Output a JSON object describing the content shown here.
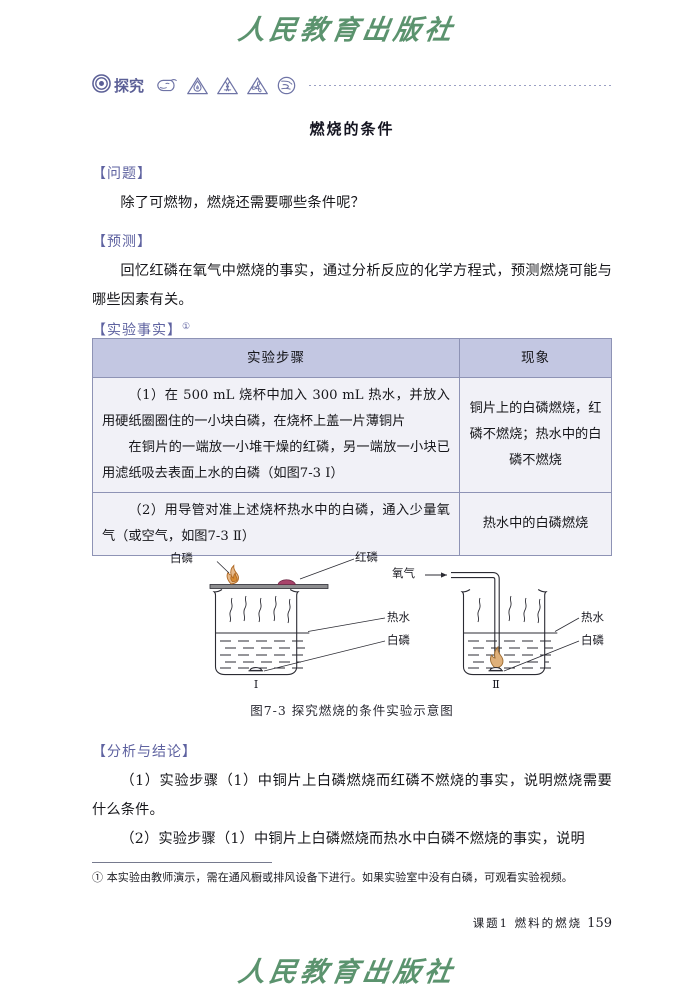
{
  "publisher_logo": "人民教育出版社",
  "explore": {
    "label": "探究",
    "icons": [
      {
        "name": "target-icon",
        "meaning": "bullseye"
      },
      {
        "name": "goggles-icon",
        "meaning": "safety goggles"
      },
      {
        "name": "flammable-warning-icon",
        "meaning": "flame hazard triangle"
      },
      {
        "name": "corrosive-warning-icon",
        "meaning": "corrosive hazard triangle"
      },
      {
        "name": "ventilation-warning-icon",
        "meaning": "fume hood / fan triangle"
      },
      {
        "name": "handwash-icon",
        "meaning": "wash hands circle"
      }
    ]
  },
  "section_title": "燃烧的条件",
  "sections": {
    "question_tag": "【问题】",
    "question_text": "除了可燃物，燃烧还需要哪些条件呢？",
    "predict_tag": "【预测】",
    "predict_text": "回忆红磷在氧气中燃烧的事实，通过分析反应的化学方程式，预测燃烧可能与哪些因素有关。",
    "facts_tag": "【实验事实】",
    "facts_tag_sup": "①",
    "analysis_tag": "【分析与结论】",
    "analysis_items": [
      "（1）实验步骤（1）中铜片上白磷燃烧而红磷不燃烧的事实，说明燃烧需要什么条件。",
      "（2）实验步骤（1）中铜片上白磷燃烧而热水中白磷不燃烧的事实，说明"
    ]
  },
  "table": {
    "headers": [
      "实验步骤",
      "现象"
    ],
    "rows": [
      {
        "steps": [
          "（1）在 500 mL 烧杯中加入 300 mL 热水，并放入用硬纸圈圈住的一小块白磷，在烧杯上盖一片薄铜片",
          "在铜片的一端放一小堆干燥的红磷，另一端放一小块已用滤纸吸去表面上水的白磷（如图7-3 Ⅰ）"
        ],
        "phenomenon": "铜片上的白磷燃烧，红磷不燃烧；热水中的白磷不燃烧"
      },
      {
        "steps": [
          "（2）用导管对准上述烧杯热水中的白磷，通入少量氧气（或空气，如图7-3 Ⅱ）"
        ],
        "phenomenon": "热水中的白磷燃烧"
      }
    ]
  },
  "figure": {
    "caption": "图7-3  探究燃烧的条件实验示意图",
    "labels": {
      "left_white_phosphorus": "白磷",
      "left_red_phosphorus": "红磷",
      "left_hot_water": "热水",
      "left_bottom_phosphorus": "白磷",
      "left_numeral": "Ⅰ",
      "oxygen": "氧气",
      "right_hot_water": "热水",
      "right_white_phosphorus": "白磷",
      "right_numeral": "Ⅱ"
    },
    "colors": {
      "line": "#2b2b33",
      "red_phosphorus": "#a8426a",
      "flame": "#c8792c",
      "water_fill": "#fdfdfd"
    }
  },
  "footnote": "① 本实验由教师演示，需在通风橱或排风设备下进行。如果实验室中没有白磷，可观看实验视频。",
  "footer": {
    "topic": "课题1  燃料的燃烧",
    "page_number": "159"
  },
  "theme": {
    "accent": "#5e62a0",
    "table_header_bg": "#c3c7e2",
    "table_cell_bg": "#f1f1f7",
    "logo_green": "#4e8a62"
  }
}
